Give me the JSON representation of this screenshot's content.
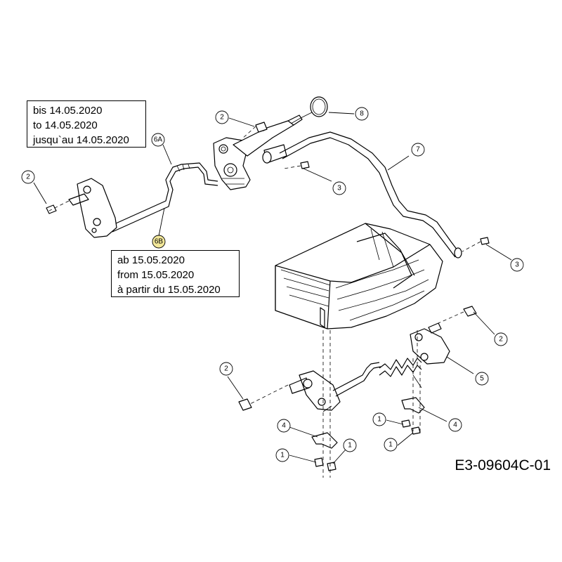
{
  "notes": {
    "before": [
      "bis 14.05.2020",
      "to 14.05.2020",
      "jusqu`au 14.05.2020"
    ],
    "after": [
      "ab 15.05.2020",
      "from 15.05.2020",
      "à partir du 15.05.2020"
    ]
  },
  "callouts": {
    "c1": "1",
    "c2": "1",
    "c3": "1",
    "c4": "1",
    "c5": "2",
    "c6": "2",
    "c7": "2",
    "c8": "2",
    "c9": "3",
    "c10": "3",
    "c11": "4",
    "c12": "4",
    "c13": "5",
    "c14": "6A",
    "c15": "6B",
    "c16": "7",
    "c17": "8"
  },
  "highlight_color": "#f3e89a",
  "reference_code": "E3-09604C-01"
}
